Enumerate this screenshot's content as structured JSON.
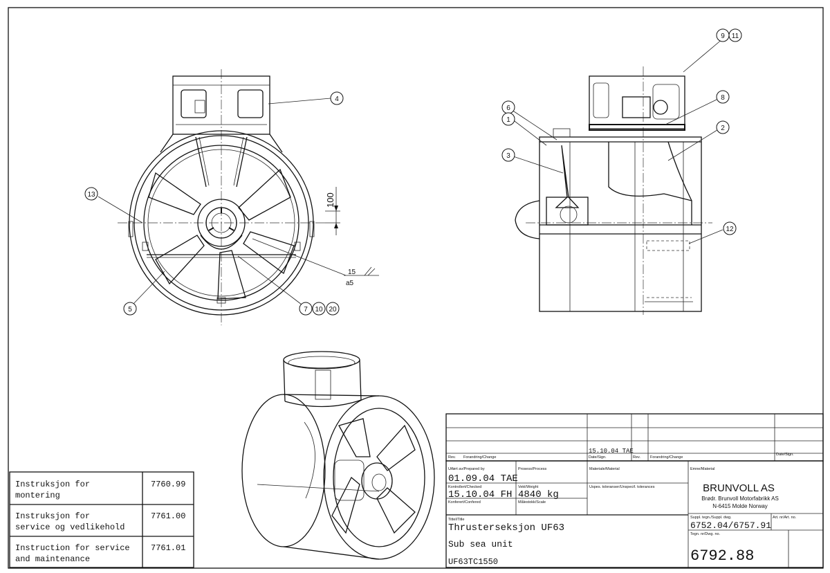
{
  "balloons": {
    "b9": "9",
    "b11": "11",
    "b8": "8",
    "b6": "6",
    "b1": "1",
    "b2": "2",
    "b3": "3",
    "b4": "4",
    "b12": "12",
    "b13": "13",
    "b5": "5",
    "b7": "7",
    "b10": "10",
    "b20": "20"
  },
  "dimension": {
    "value": "100"
  },
  "weld": {
    "top": "15",
    "bottom": "a5"
  },
  "instructions": [
    {
      "text_l1": "Instruksjon for",
      "text_l2": "montering",
      "number": "7760.99"
    },
    {
      "text_l1": "Instruksjon for",
      "text_l2": "service og vedlikehold",
      "number": "7761.00"
    },
    {
      "text_l1": "Instruction for service",
      "text_l2": "and maintenance",
      "number": "7761.01"
    }
  ],
  "title_block": {
    "rev_date": "15.10.04 TAE",
    "rev_label": "Rev.",
    "change_label": "Forandring/Change",
    "date_sign_label": "Date/Sign.",
    "prepared_label": "Utført av/Prepared by",
    "prepared_value": "01.09.04  TAE",
    "process_label": "Prosess/Process",
    "material_label": "Materiale/Material",
    "emne_label": "Emne/Material",
    "checked_label": "Kontrollert/Checked",
    "checked_value": "15.10.04  FH",
    "weight_label": "Vekt/Weight",
    "weight_value": "4840 kg",
    "tolerance_label": "Uspes. toleranser/Unspecif. tolerances",
    "conferred_label": "Konferert/Confered",
    "scale_label": "Målestokk/Scale",
    "company": "BRUNVOLL AS",
    "company_sub1": "Brødr. Brunvoll Motorfabrikk AS",
    "company_sub2": "N-6415 Molde Norway",
    "title_label": "Tittel/Title",
    "title1": "Thrusterseksjon UF63",
    "title2": "Sub sea unit",
    "title3": "UF63TC1550",
    "suppl_label": "Suppl. tegn./Suppl. dwg.",
    "suppl_value": "6752.04/6757.91",
    "artnr_label": "Art. nr/Art. no.",
    "dwgno_label": "Tegn. nr/Dwg. no.",
    "dwgno_value": "6792.88"
  }
}
